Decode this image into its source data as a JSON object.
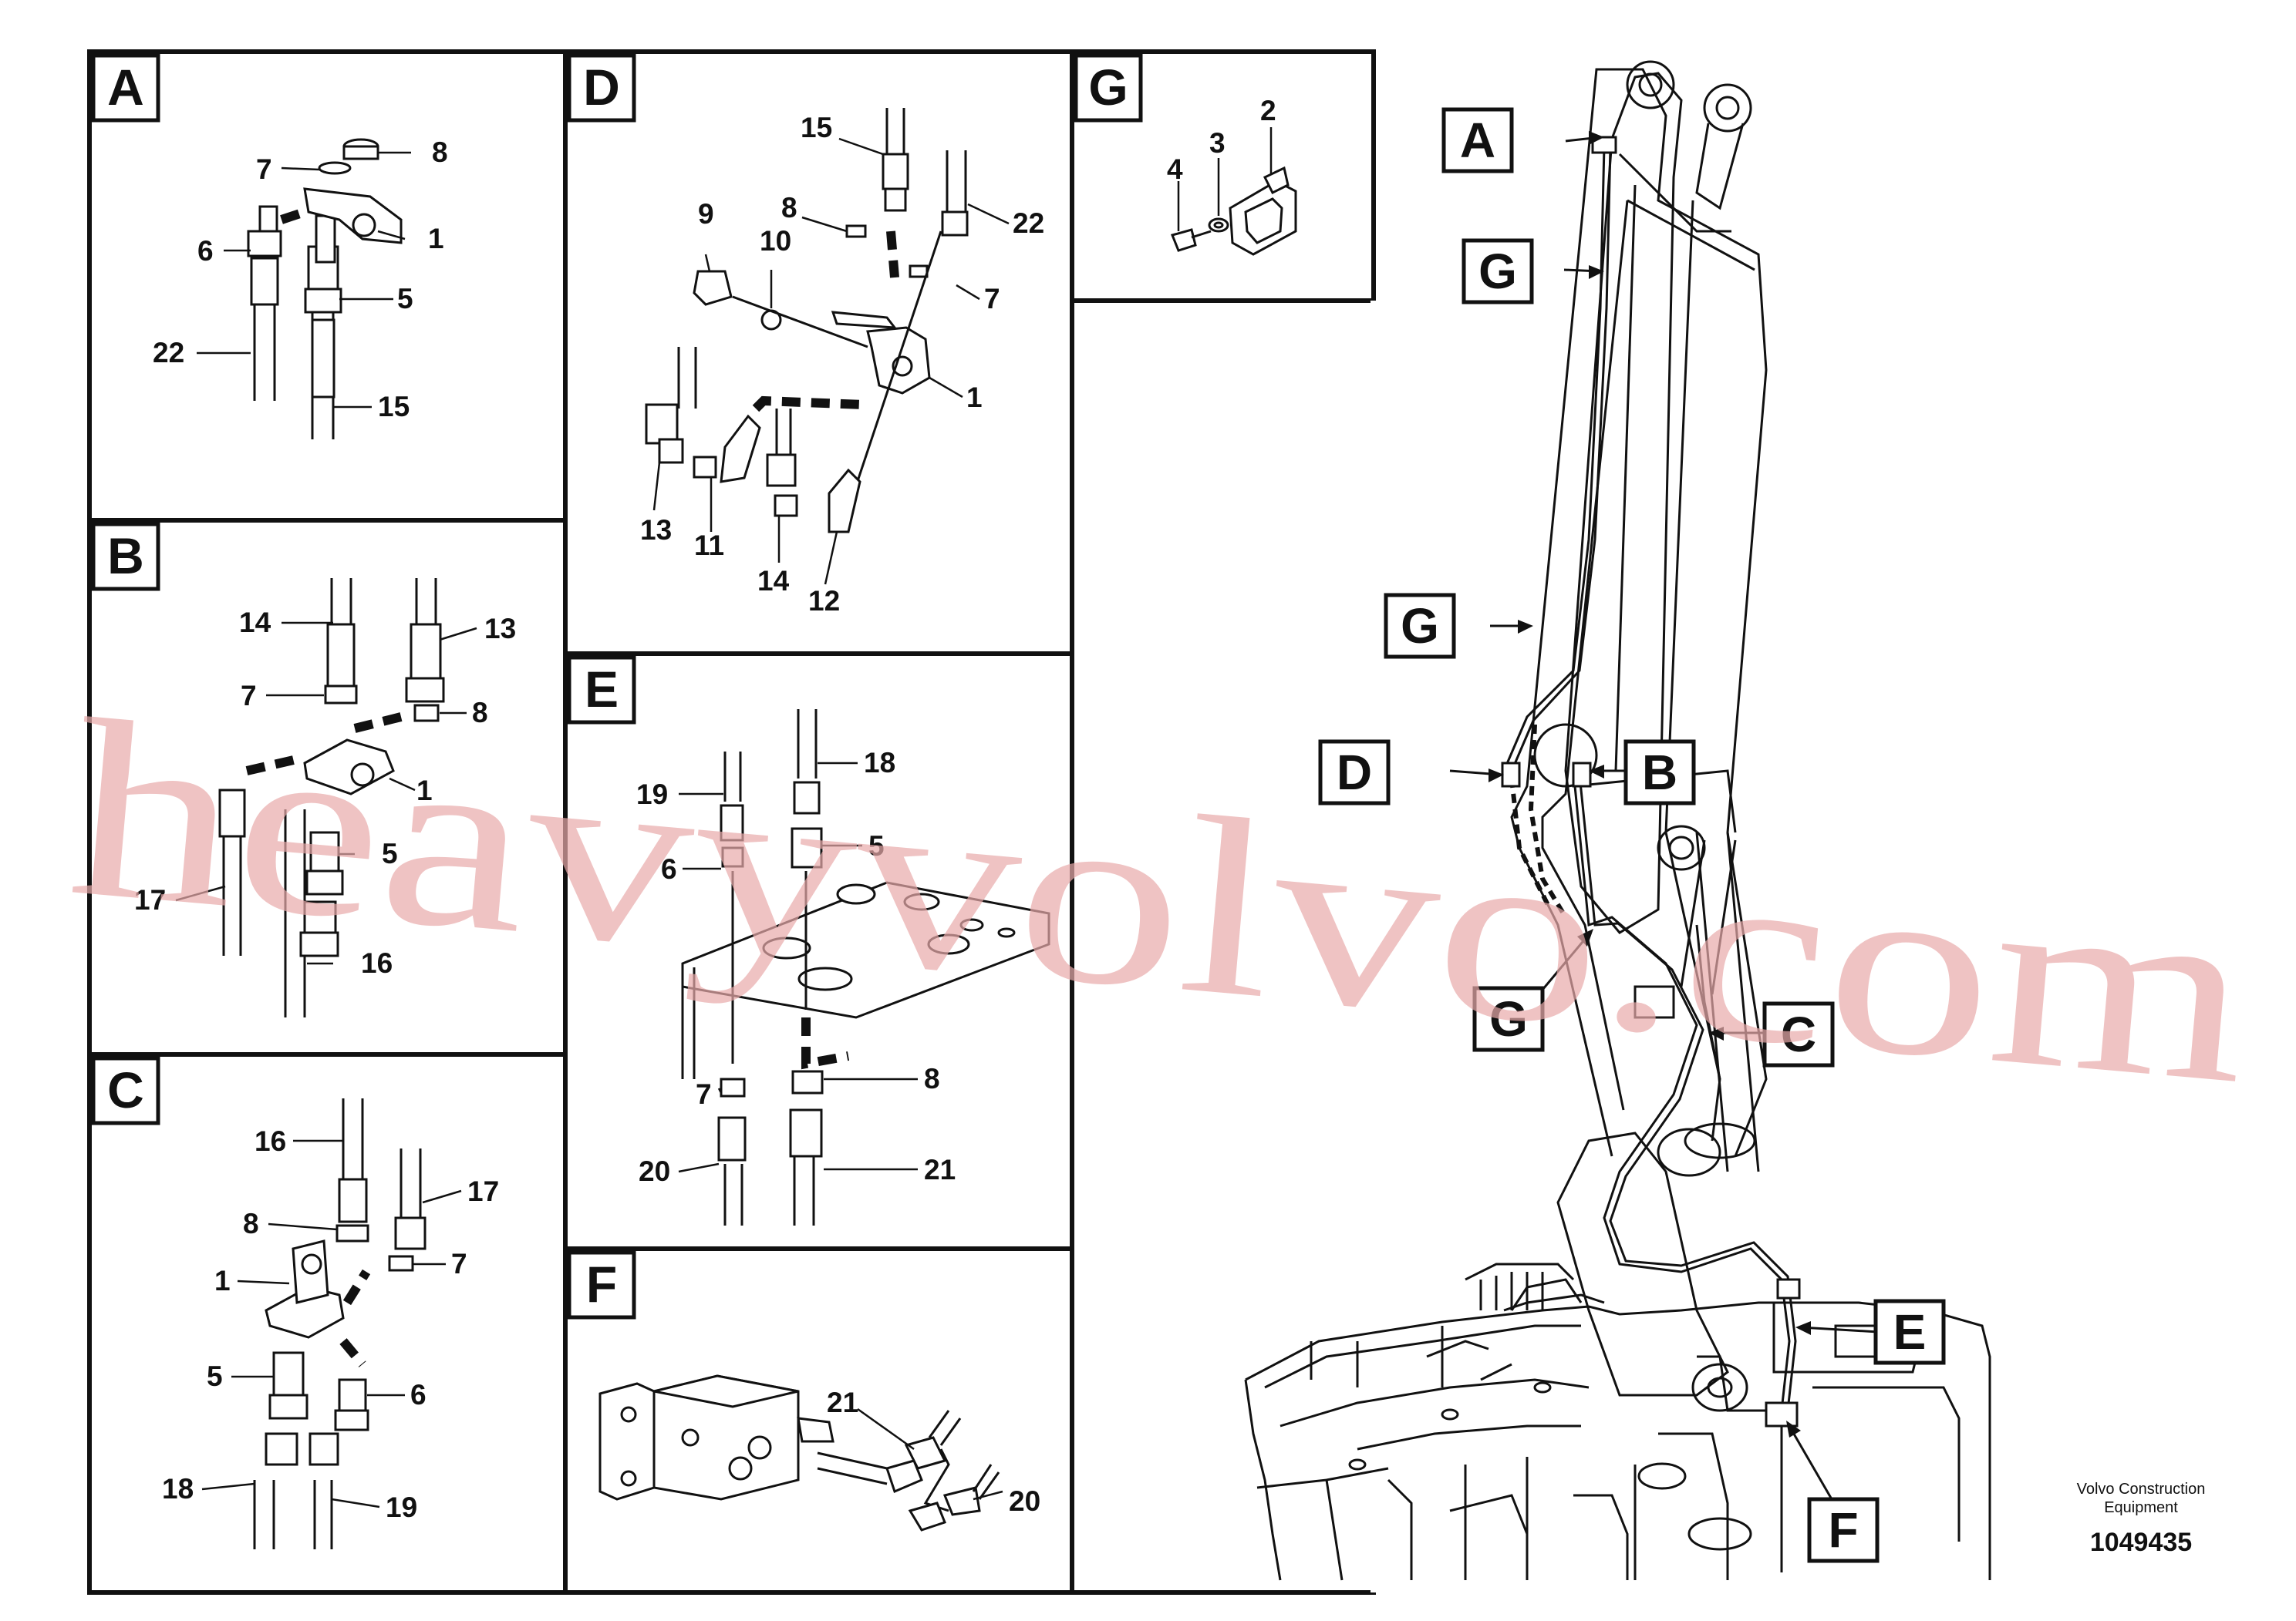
{
  "panels": {
    "A": {
      "letter": "A",
      "labels": [
        "8",
        "7",
        "1",
        "6",
        "5",
        "22",
        "15"
      ]
    },
    "B": {
      "letter": "B",
      "labels": [
        "14",
        "13",
        "7",
        "8",
        "1",
        "5",
        "17",
        "16"
      ]
    },
    "C": {
      "letter": "C",
      "labels": [
        "16",
        "17",
        "8",
        "7",
        "1",
        "5",
        "6",
        "18",
        "19"
      ]
    },
    "D": {
      "letter": "D",
      "labels": [
        "15",
        "22",
        "8",
        "7",
        "9",
        "10",
        "1",
        "13",
        "11",
        "14",
        "12"
      ]
    },
    "E": {
      "letter": "E",
      "labels": [
        "19",
        "18",
        "6",
        "5",
        "7",
        "8",
        "20",
        "21"
      ]
    },
    "F": {
      "letter": "F",
      "labels": [
        "21",
        "20"
      ]
    },
    "G": {
      "letter": "G",
      "labels": [
        "2",
        "4",
        "3"
      ]
    }
  },
  "callouts": [
    "A",
    "G",
    "G",
    "D",
    "B",
    "G",
    "C",
    "E",
    "F"
  ],
  "watermark": "heavyvolvo.com",
  "brand": {
    "line1": "Volvo Construction",
    "line2": "Equipment"
  },
  "doc_number": "1049435"
}
